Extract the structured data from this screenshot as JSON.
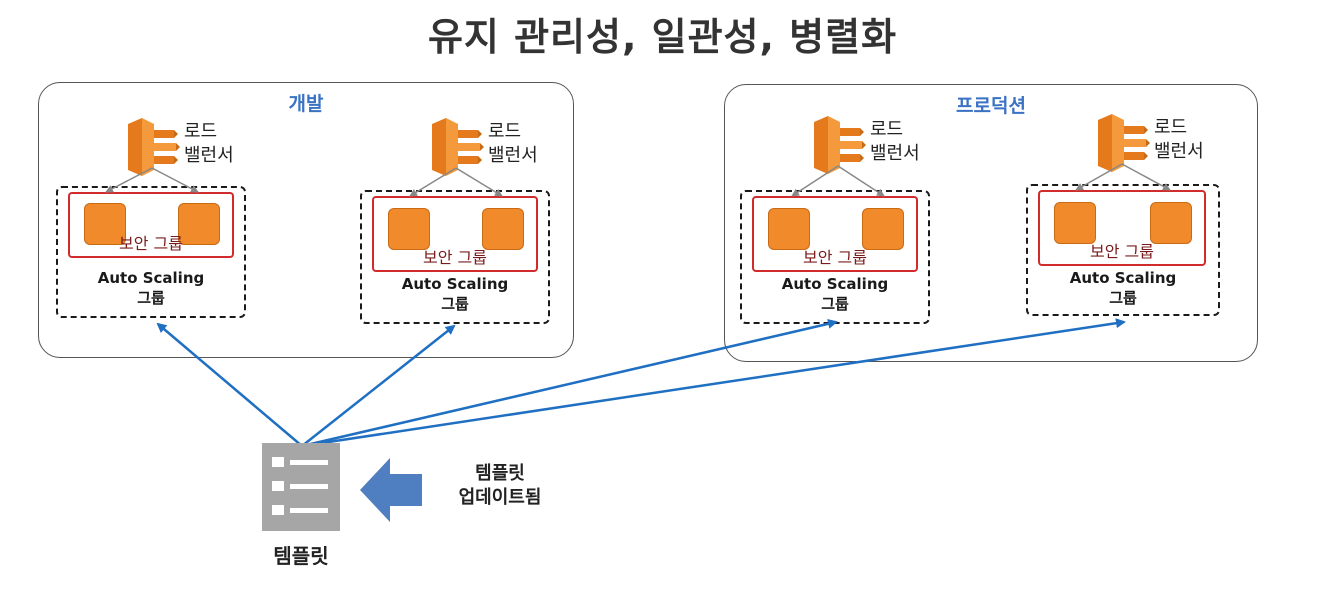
{
  "title": "유지 관리성, 일관성, 병렬화",
  "environments": [
    {
      "label": "개발",
      "groups": [
        {
          "lb_line1": "로드",
          "lb_line2": "밸런서",
          "sg_label": "보안 그룹",
          "asg_line1": "Auto Scaling",
          "asg_line2": "그룹"
        },
        {
          "lb_line1": "로드",
          "lb_line2": "밸런서",
          "sg_label": "보안 그룹",
          "asg_line1": "Auto Scaling",
          "asg_line2": "그룹"
        }
      ]
    },
    {
      "label": "프로덕션",
      "groups": [
        {
          "lb_line1": "로드",
          "lb_line2": "밸런서",
          "sg_label": "보안 그룹",
          "asg_line1": "Auto Scaling",
          "asg_line2": "그룹"
        },
        {
          "lb_line1": "로드",
          "lb_line2": "밸런서",
          "sg_label": "보안 그룹",
          "asg_line1": "Auto Scaling",
          "asg_line2": "그룹"
        }
      ]
    }
  ],
  "template": {
    "label": "템플릿",
    "update_line1": "템플릿",
    "update_line2": "업데이트됨"
  },
  "colors": {
    "accent_blue": "#3a72c4",
    "arrow_blue": "#1f6fc2",
    "instance_orange": "#f08a2a",
    "security_group_red": "#d22b2b",
    "template_gray": "#a6a6a6",
    "update_arrow": "#4f7fc0"
  },
  "icons": {
    "load_balancer": "elb-icon",
    "instance": "ec2-instance-icon",
    "template": "document-list-icon",
    "update": "left-arrow-icon"
  }
}
